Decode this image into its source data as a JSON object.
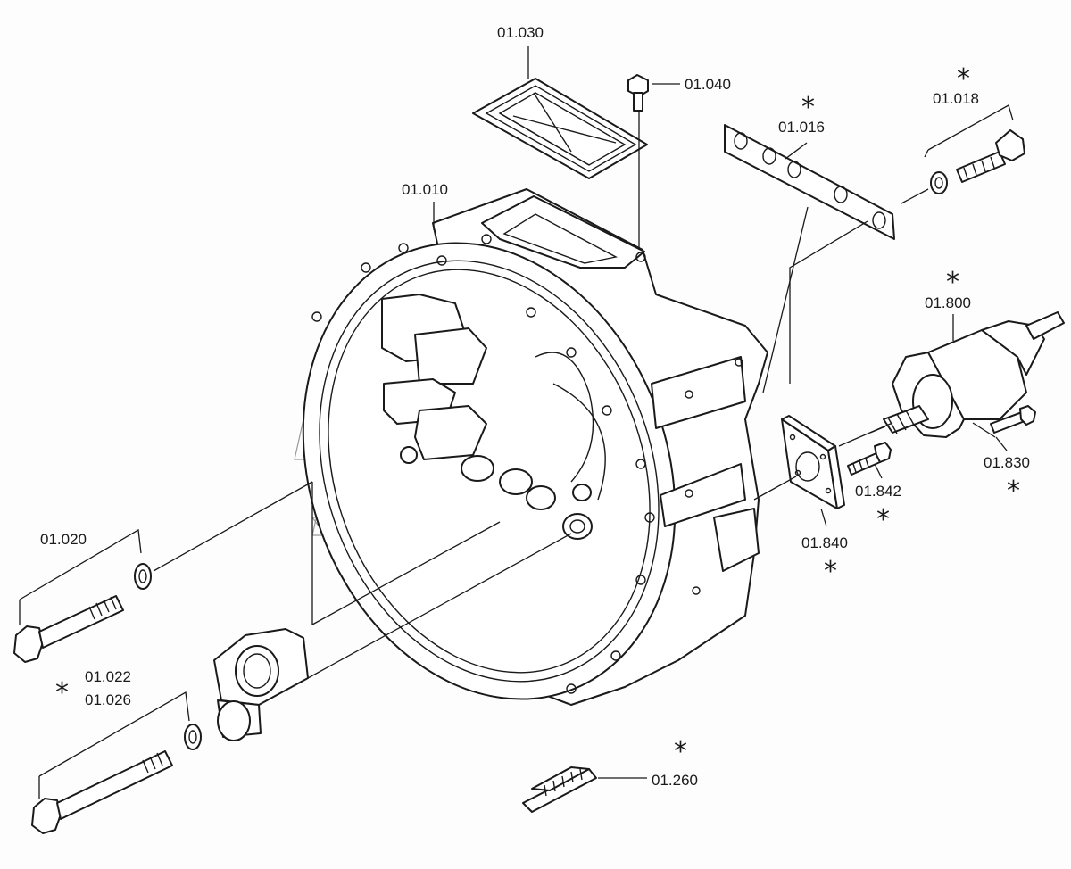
{
  "labels": {
    "l_01_030": "01.030",
    "l_01_040": "01.040",
    "l_01_018": "01.018",
    "l_01_016": "01.016",
    "l_01_010": "01.010",
    "l_01_800": "01.800",
    "l_01_830": "01.830",
    "l_01_842": "01.842",
    "l_01_840": "01.840",
    "l_01_020": "01.020",
    "l_01_022": "01.022",
    "l_01_026": "01.026",
    "l_01_260": "01.260"
  },
  "asterisk": "*",
  "colors": {
    "line": "#1a1a1a",
    "watermark": "#9a9a9a",
    "background": "#fdfdfd"
  }
}
